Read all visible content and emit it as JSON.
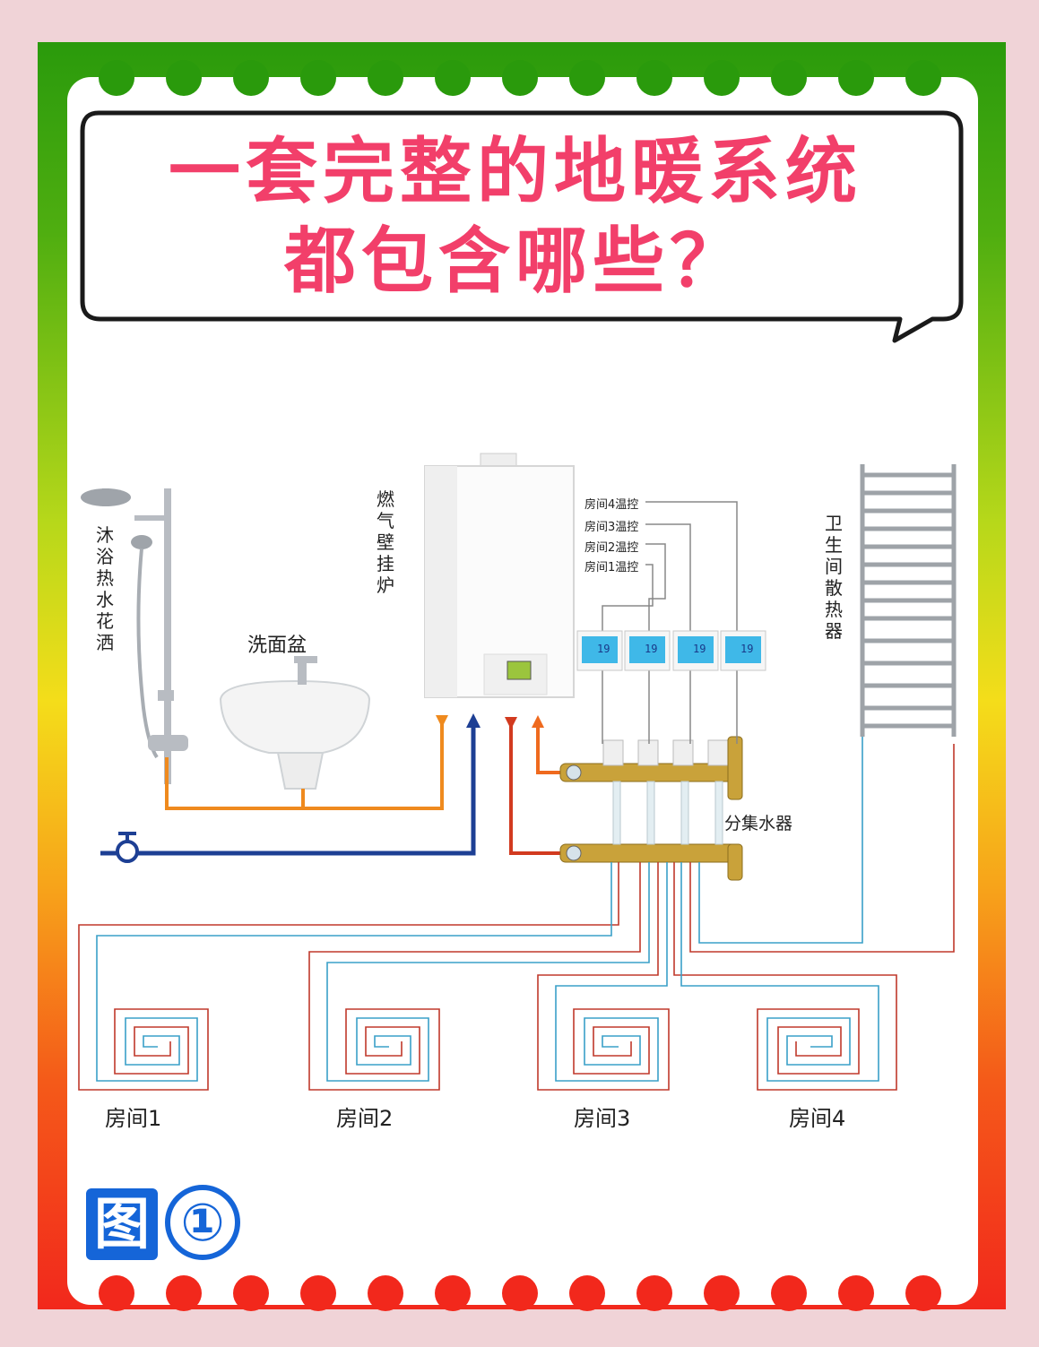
{
  "title": {
    "line1": "一套完整的地暖系统",
    "line2": "都包含哪些？"
  },
  "labels": {
    "shower": "沐浴热水花洒",
    "basin": "洗面盆",
    "boiler": "燃气壁挂炉",
    "bathroom_radiator": "卫生间散热器",
    "manifold": "分集水器"
  },
  "thermostats": [
    {
      "label": "房间4温控",
      "reading": "19"
    },
    {
      "label": "房间3温控",
      "reading": "19"
    },
    {
      "label": "房间2温控",
      "reading": "19"
    },
    {
      "label": "房间1温控",
      "reading": "19"
    }
  ],
  "rooms": [
    "房间1",
    "房间2",
    "房间3",
    "房间4"
  ],
  "figure": {
    "char": "图",
    "number": "①"
  },
  "colors": {
    "title": "#f23f6a",
    "hot_pipe": "#e04a1a",
    "domestic_hot": "#ef8a1e",
    "cold_pipe": "#1d3f94",
    "supply_loop": "#c0392b",
    "return_loop": "#3aa0c8",
    "badge": "#1565d8"
  }
}
